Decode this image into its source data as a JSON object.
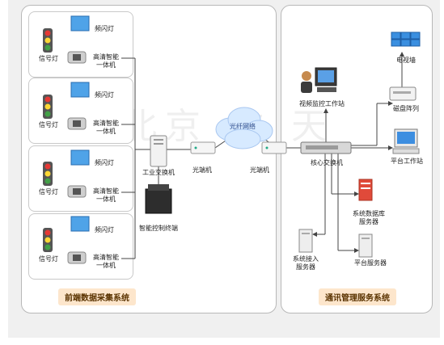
{
  "left_panel": {
    "title": "前端数据采集系统",
    "groups": [
      {
        "light": "信号灯",
        "flash": "频闪灯",
        "camera_l1": "高清智能",
        "camera_l2": "一体机"
      },
      {
        "light": "信号灯",
        "flash": "频闪灯",
        "camera_l1": "高清智能",
        "camera_l2": "一体机"
      },
      {
        "light": "信号灯",
        "flash": "频闪灯",
        "camera_l1": "高清智能",
        "camera_l2": "一体机"
      },
      {
        "light": "信号灯",
        "flash": "频闪灯",
        "camera_l1": "高清智能",
        "camera_l2": "一体机"
      }
    ],
    "industrial_switch": "工业交换机",
    "smart_terminal": "智能控制终端",
    "optical_1": "光端机",
    "optical_2": "光端机",
    "fiber_network": "光纤网络"
  },
  "right_panel": {
    "title": "通讯管理服务系统",
    "core_switch": "核心交换机",
    "video_monitor_station": "视频监控工作站",
    "tv_wall": "电视墙",
    "disk_array": "磁盘阵列",
    "platform_workstation": "平台工作站",
    "db_server_l1": "系统数据库",
    "db_server_l2": "服务器",
    "access_server_l1": "系统接入",
    "access_server_l2": "服务器",
    "platform_server": "平台服务器"
  },
  "watermark": "北京 文 天"
}
